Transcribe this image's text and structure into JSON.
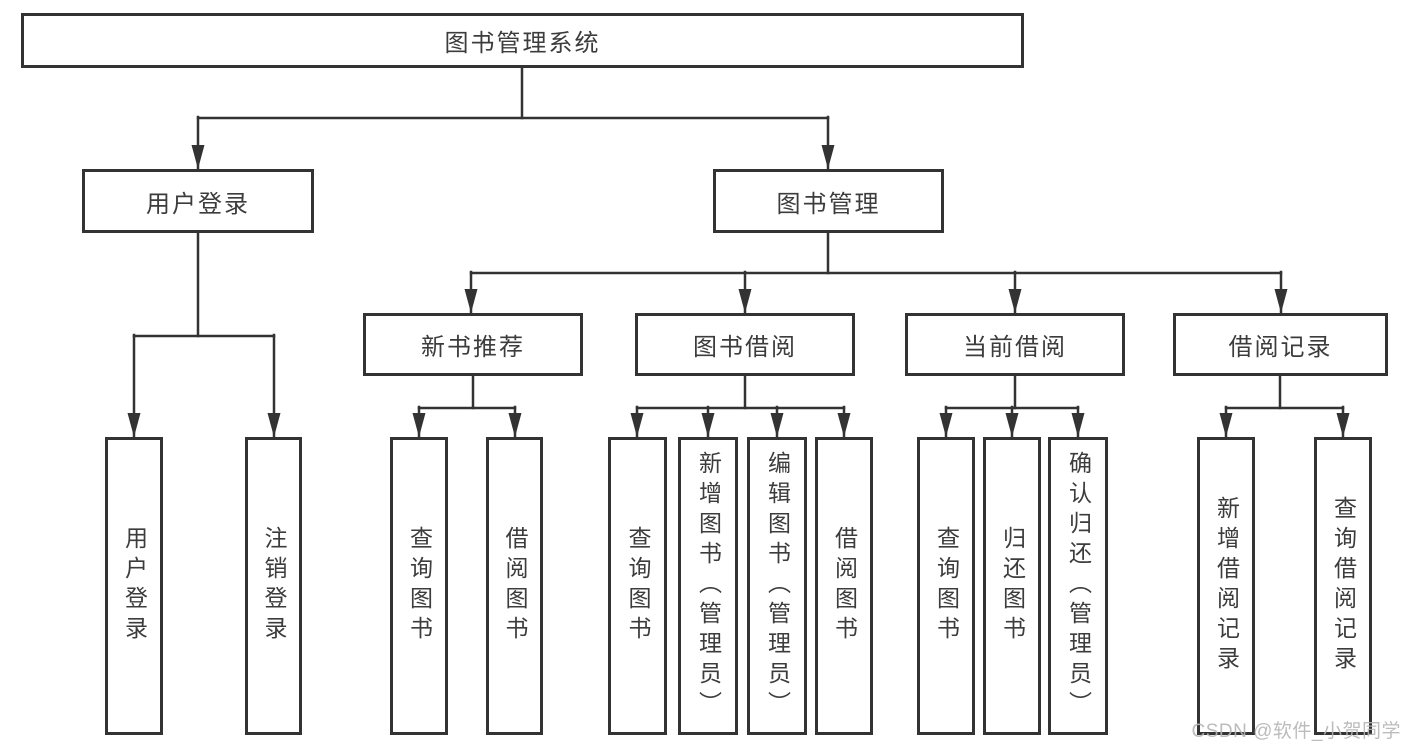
{
  "diagram": {
    "title": "图书管理系统",
    "root": {
      "label": "图书管理系统"
    },
    "level2": [
      {
        "label": "用户登录"
      },
      {
        "label": "图书管理"
      }
    ],
    "level3": [
      {
        "label": "新书推荐"
      },
      {
        "label": "图书借阅"
      },
      {
        "label": "当前借阅"
      },
      {
        "label": "借阅记录"
      }
    ],
    "leaves": {
      "login": [
        {
          "label": "用户登录"
        },
        {
          "label": "注销登录"
        }
      ],
      "recommend": [
        {
          "label": "查询图书"
        },
        {
          "label": "借阅图书"
        }
      ],
      "borrowing": [
        {
          "label": "查询图书"
        },
        {
          "label": "新增图书（管理员）"
        },
        {
          "label": "编辑图书（管理员）"
        },
        {
          "label": "借阅图书"
        }
      ],
      "current": [
        {
          "label": "查询图书"
        },
        {
          "label": "归还图书"
        },
        {
          "label": "确认归还（管理员）"
        }
      ],
      "records": [
        {
          "label": "新增借阅记录"
        },
        {
          "label": "查询借阅记录"
        }
      ]
    }
  },
  "watermark": {
    "text": "CSDN @软件_小贺同学"
  },
  "colors": {
    "line": "#333333",
    "box_border": "#333333",
    "box_background": "#ffffff",
    "text": "#3c3c3c",
    "watermark": "#b5b5b5",
    "background": "#ffffff"
  }
}
